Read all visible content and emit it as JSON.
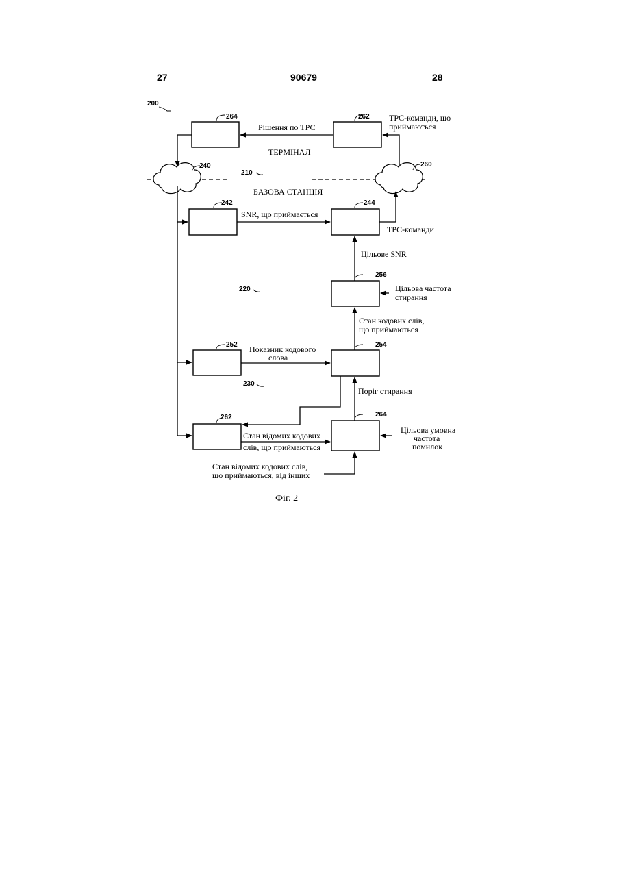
{
  "header": {
    "left_page": "27",
    "doc_number": "90679",
    "right_page": "28"
  },
  "diagram": {
    "ref_main": "200",
    "ref_box_264_top": "264",
    "ref_box_262_top": "262",
    "ref_cloud_240": "240",
    "ref_cloud_260": "260",
    "ref_210": "210",
    "ref_box_242": "242",
    "ref_box_244": "244",
    "ref_box_256": "256",
    "ref_220": "220",
    "ref_box_252": "252",
    "ref_box_254": "254",
    "ref_230": "230",
    "ref_box_262_bottom": "262",
    "ref_box_264_bottom": "264",
    "label_tpc_decision": "Рішення по ТРС",
    "label_tpc_received_1": "ТРС-команди, що",
    "label_tpc_received_2": "приймаються",
    "label_terminal": "ТЕРМІНАЛ",
    "label_base_station": "БАЗОВА СТАНЦІЯ",
    "label_snr_received": "SNR, що приймається",
    "label_tpc_commands": "ТРС-команди",
    "label_target_snr": "Цільове SNR",
    "label_target_erasure_1": "Цільова частота",
    "label_target_erasure_2": "стирання",
    "label_codeword_state_1": "Стан кодових слів,",
    "label_codeword_state_2": "що приймаються",
    "label_codeword_metric_1": "Показник кодового",
    "label_codeword_metric_2": "слова",
    "label_erasure_threshold": "Поріг стирання",
    "label_known_state_1": "Стан відомих кодових",
    "label_known_state_2": "слів, що приймаються",
    "label_target_error_1": "Цільова умовна",
    "label_target_error_2": "частота",
    "label_target_error_3": "помилок",
    "label_known_other_1": "Стан відомих кодових слів,",
    "label_known_other_2": "що приймаються, від інших",
    "caption": "Фіг. 2"
  }
}
